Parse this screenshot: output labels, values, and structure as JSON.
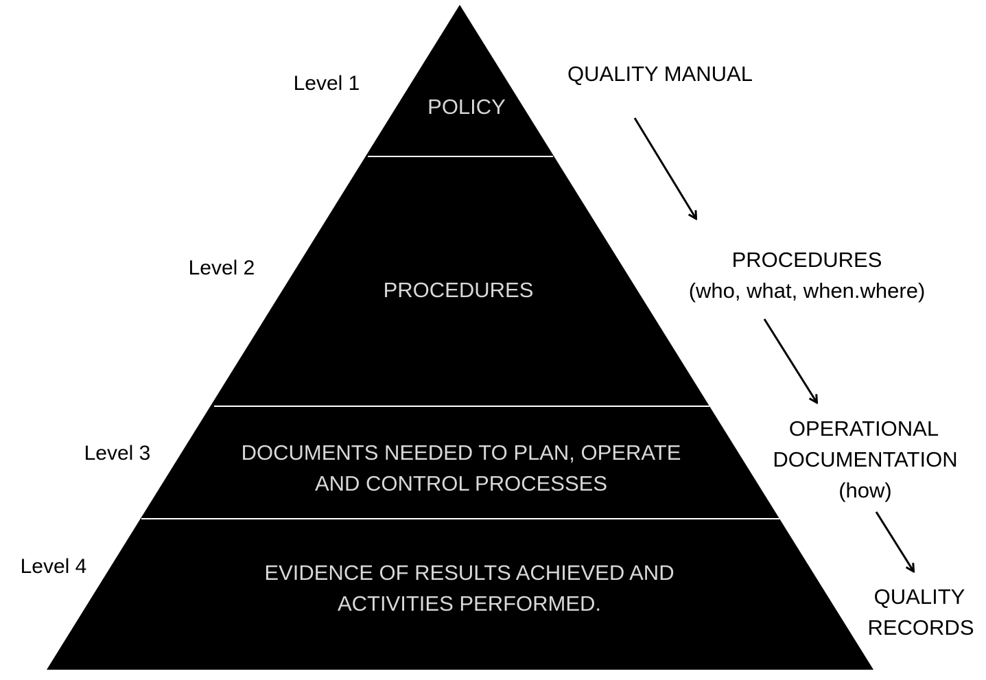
{
  "colors": {
    "pyramid_fill": "#000000",
    "pyramid_text": "#d9d9d9",
    "divider": "#ffffff",
    "annotation_text": "#000000",
    "background": "#ffffff"
  },
  "levels": [
    {
      "level_label": "Level 1",
      "tier_lines": [
        "POLICY"
      ]
    },
    {
      "level_label": "Level 2",
      "tier_lines": [
        "PROCEDURES"
      ]
    },
    {
      "level_label": "Level 3",
      "tier_lines": [
        "DOCUMENTS NEEDED TO PLAN, OPERATE",
        "AND CONTROL PROCESSES"
      ]
    },
    {
      "level_label": "Level 4",
      "tier_lines": [
        "EVIDENCE OF RESULTS ACHIEVED AND",
        "ACTIVITIES PERFORMED."
      ]
    }
  ],
  "documents": [
    {
      "lines": [
        "QUALITY MANUAL"
      ]
    },
    {
      "lines": [
        "PROCEDURES",
        "(who, what, when.where)"
      ]
    },
    {
      "lines": [
        "OPERATIONAL",
        "DOCUMENTATION",
        "(how)"
      ]
    },
    {
      "lines": [
        "QUALITY",
        "RECORDS"
      ]
    }
  ],
  "arrows": [
    {
      "from": "QUALITY MANUAL",
      "to": "PROCEDURES"
    },
    {
      "from": "PROCEDURES",
      "to": "OPERATIONAL DOCUMENTATION"
    },
    {
      "from": "OPERATIONAL DOCUMENTATION",
      "to": "QUALITY RECORDS"
    }
  ]
}
